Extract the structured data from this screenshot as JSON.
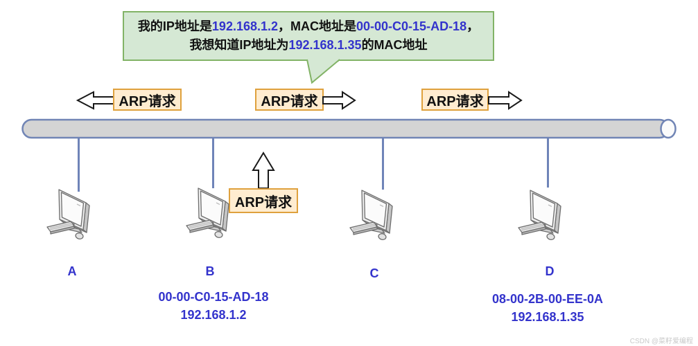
{
  "speech_bubble": {
    "seg1": "我的IP地址是",
    "seg2": "192.168.1.2",
    "seg3": "，MAC地址是",
    "seg4": "00-00-C0-15-AD-18",
    "seg5": "，",
    "seg6": "我想知道IP地址为",
    "seg7": "192.168.1.35",
    "seg8": "的MAC地址"
  },
  "arp_labels": {
    "left": "ARP请求",
    "center": "ARP请求",
    "right": "ARP请求",
    "host_b": "ARP请求"
  },
  "hosts": [
    {
      "name": "A"
    },
    {
      "name": "B",
      "mac": "00-00-C0-15-AD-18",
      "ip": "192.168.1.2"
    },
    {
      "name": "C"
    },
    {
      "name": "D",
      "mac": "08-00-2B-00-EE-0A",
      "ip": "192.168.1.35"
    }
  ],
  "watermark": "CSDN @菜籽爱编程",
  "colors": {
    "address_blue": "#3333cc",
    "bubble_fill": "#d5e8d4",
    "bubble_stroke": "#82b366",
    "arp_box_fill": "#ffecd0",
    "arp_box_stroke": "#dfa13d",
    "bus_fill": "#d4d4d4",
    "bus_stroke": "#7185b5",
    "drop_line": "#6f84b8"
  }
}
